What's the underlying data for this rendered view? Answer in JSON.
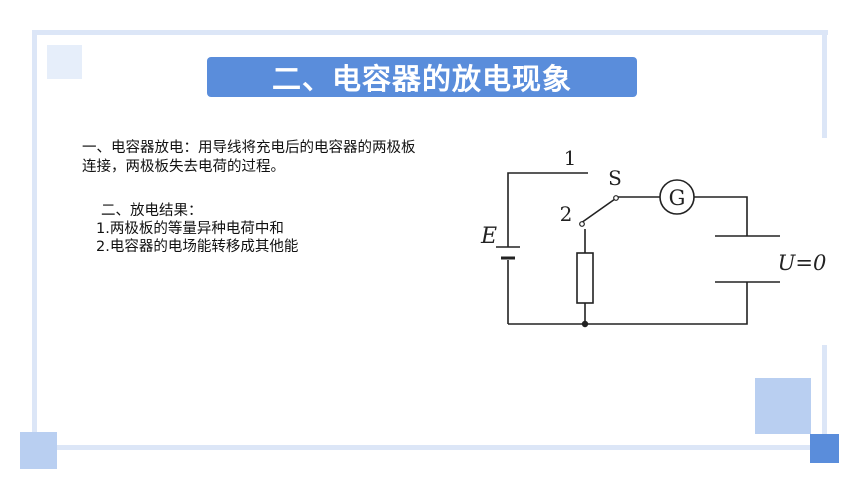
{
  "slide": {
    "title": "二、电容器的放电现象",
    "definition_line1": "一、电容器放电：用导线将充电后的电容器的两极板",
    "definition_line2": "连接，两极板失去电荷的过程。",
    "results_heading": "二、放电结果：",
    "result_1": "1.两极板的等量异种电荷中和",
    "result_2": "2.电容器的电场能转移成其他能"
  },
  "circuit": {
    "label_terminal_1": "1",
    "label_terminal_2": "2",
    "label_switch": "S",
    "label_galvanometer": "G",
    "label_emf": "E",
    "label_voltage": "U=0"
  },
  "colors": {
    "banner": "#5a8ddb",
    "frame": "#dce6f7",
    "square_light": "#e6eefa",
    "square_mid": "#b9cff1",
    "square_dark": "#5a8ddb"
  }
}
